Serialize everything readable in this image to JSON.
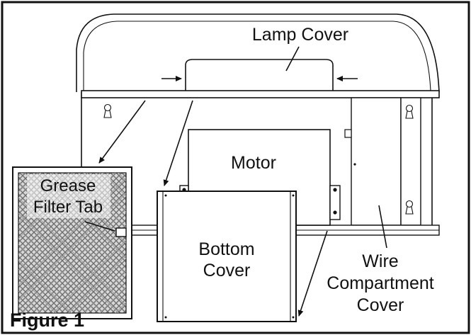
{
  "figure": {
    "caption": "Figure 1",
    "labels": {
      "lamp_cover": "Lamp Cover",
      "motor": "Motor",
      "grease_line1": "Grease",
      "grease_line2": "Filter Tab",
      "bottom_line1": "Bottom",
      "bottom_line2": "Cover",
      "wire_line1": "Wire",
      "wire_line2": "Compartment",
      "wire_line3": "Cover"
    },
    "colors": {
      "line": "#111111",
      "background": "#ffffff",
      "mesh": "#8c8c8c"
    }
  }
}
